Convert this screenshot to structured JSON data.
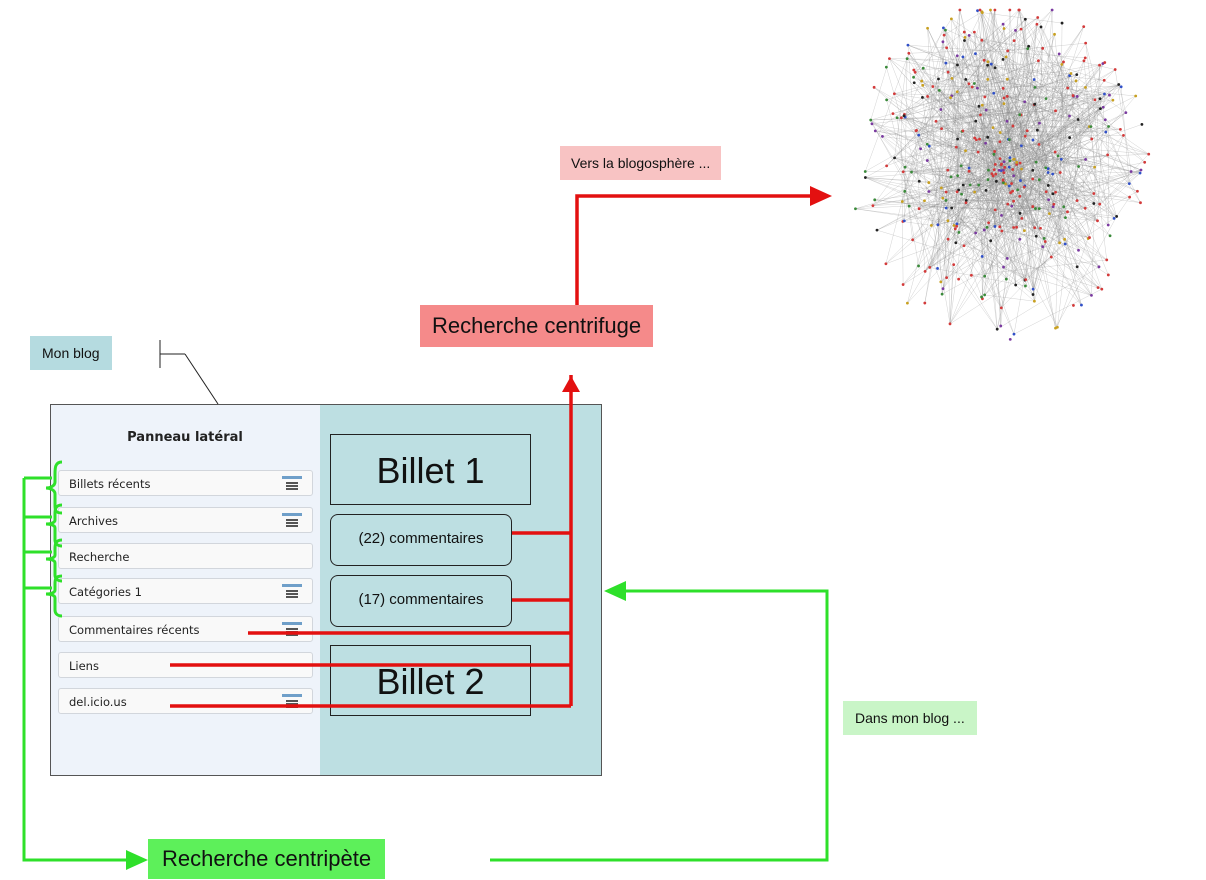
{
  "blog_label": "Mon blog",
  "sidebar": {
    "title": "Panneau latéral",
    "items": [
      {
        "label": "Billets récents",
        "icon": "menu-icon"
      },
      {
        "label": "Archives",
        "icon": "menu-icon"
      },
      {
        "label": "Recherche",
        "icon": ""
      },
      {
        "label": "Catégories 1",
        "icon": "menu-icon"
      },
      {
        "label": "Commentaires récents",
        "icon": "menu-icon"
      },
      {
        "label": "Liens",
        "icon": ""
      },
      {
        "label": "del.icio.us",
        "icon": "menu-icon"
      }
    ]
  },
  "content": {
    "billet1": "Billet 1",
    "comments1": "(22) commentaires",
    "comments2": "(17) commentaires",
    "billet2": "Billet 2"
  },
  "labels": {
    "blogosphere": "Vers la blogosphère ...",
    "centrifuge": "Recherche centrifuge",
    "centripete": "Recherche centripète",
    "dans_mon_blog": "Dans mon blog ..."
  },
  "colors": {
    "red_arrow": "#e31010",
    "green_arrow": "#2ee02a",
    "sidebar_bg": "#eef3fa",
    "content_bg": "#bddfe2"
  },
  "graphic": {
    "name": "network-graph-blogosphere"
  }
}
